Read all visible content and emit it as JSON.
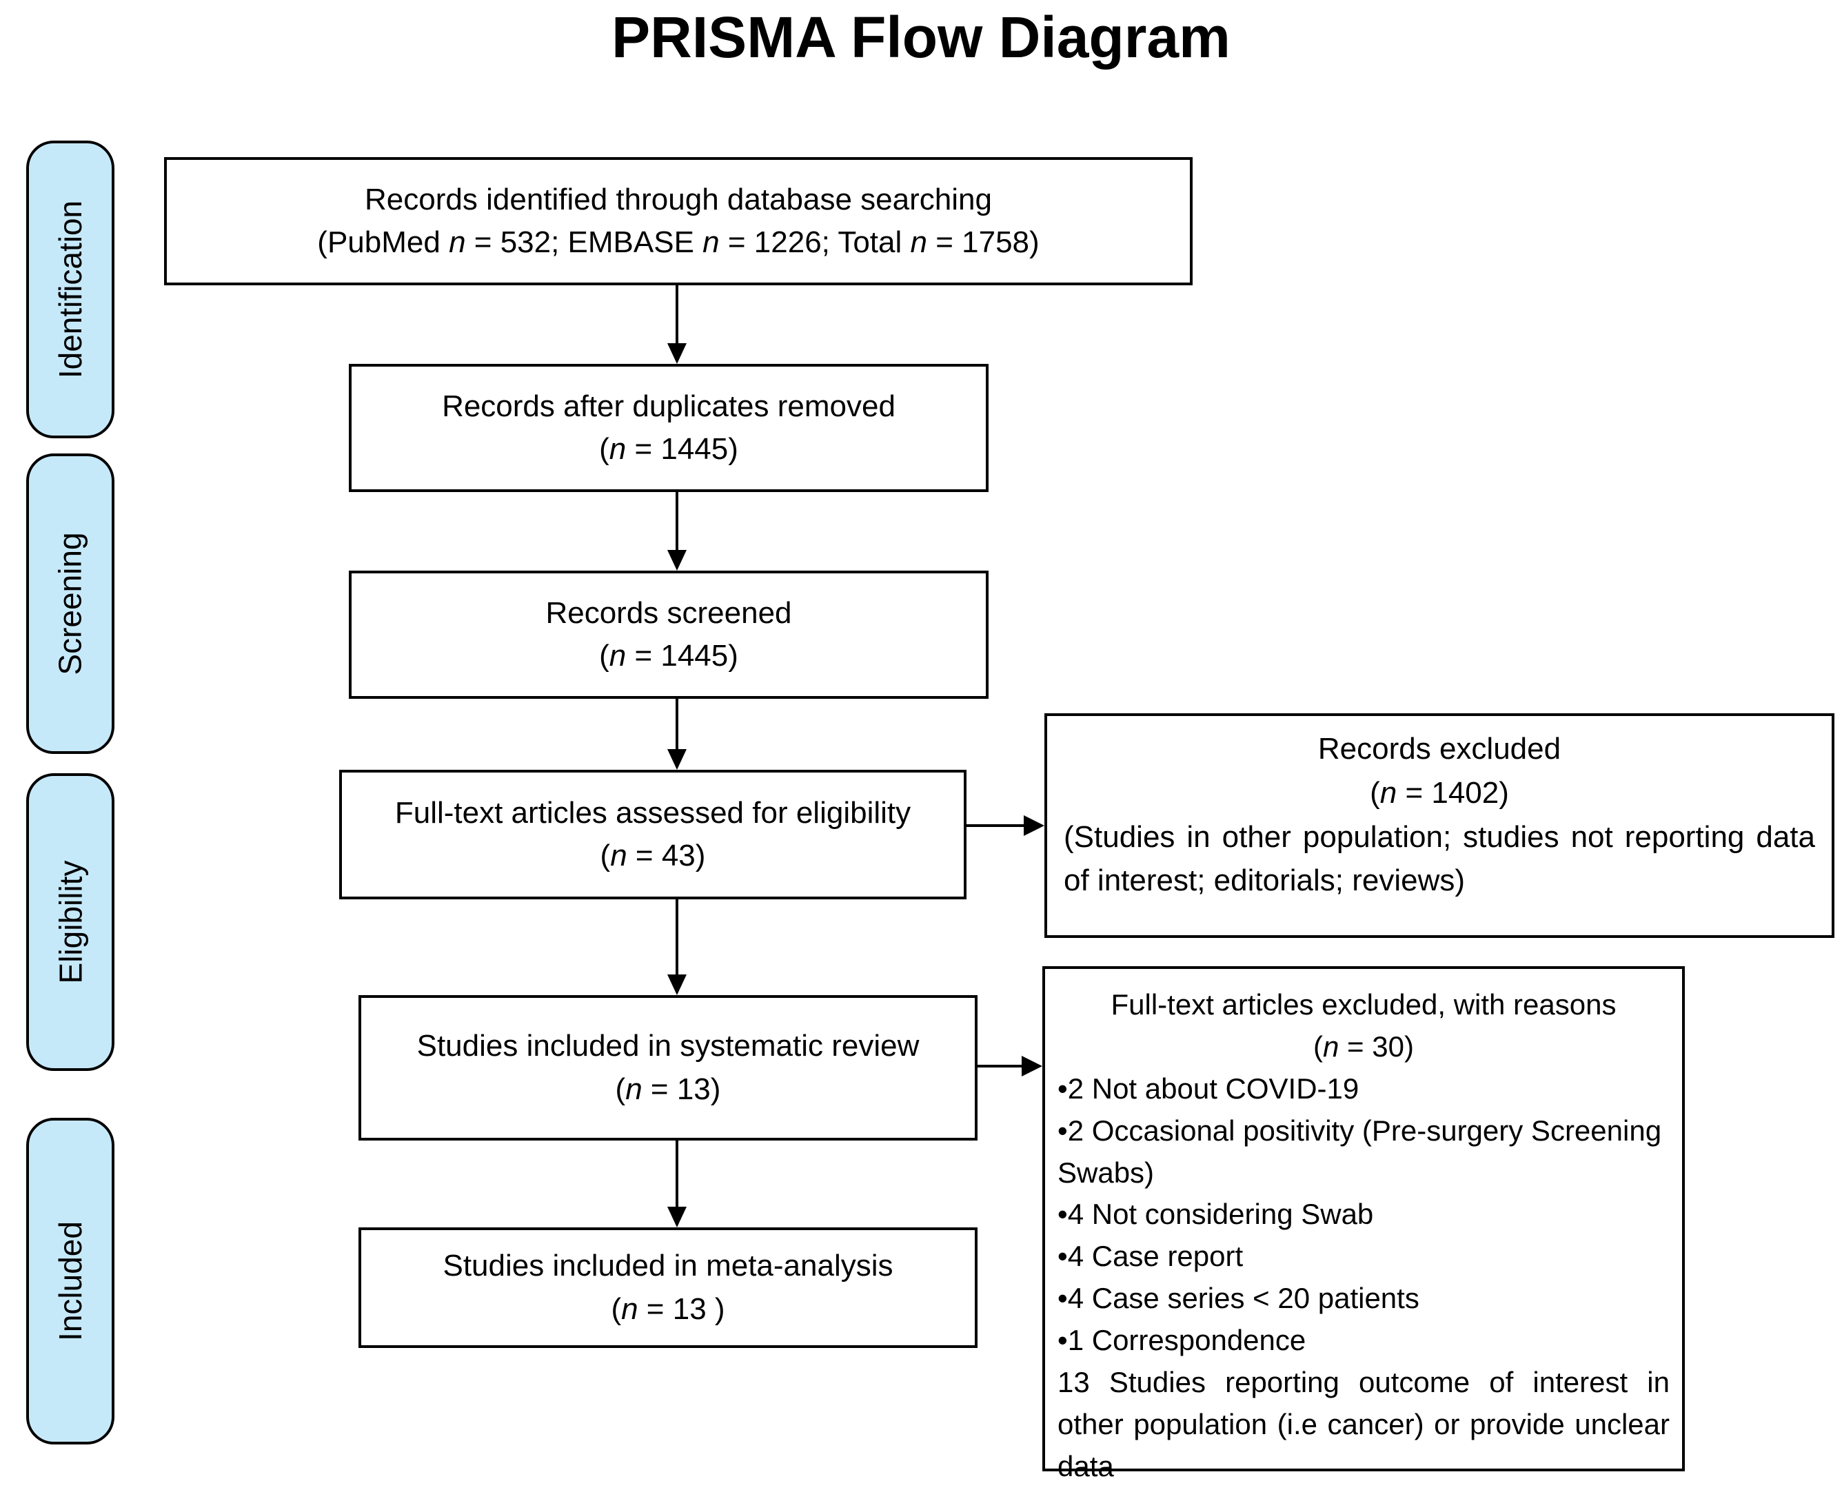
{
  "title": "PRISMA Flow Diagram",
  "colors": {
    "stage_fill": "#C6E9FA",
    "border": "#000000",
    "background": "#FFFFFF"
  },
  "stages": [
    {
      "label": "Identification"
    },
    {
      "label": "Screening"
    },
    {
      "label": "Eligibility"
    },
    {
      "label": "Included"
    }
  ],
  "flow_boxes": [
    {
      "line1": "Records identified through database searching",
      "line2_parts": [
        "(PubMed ",
        "n",
        " = 532; EMBASE ",
        "n",
        " = 1226; Total ",
        "n",
        " = 1758)"
      ]
    },
    {
      "line1": "Records after duplicates removed",
      "line2_parts": [
        "(",
        "n",
        " = 1445)"
      ]
    },
    {
      "line1": "Records screened",
      "line2_parts": [
        "(",
        "n",
        " = 1445)"
      ]
    },
    {
      "line1": "Full-text articles assessed for eligibility",
      "line2_parts": [
        "(",
        "n",
        " = 43)"
      ]
    },
    {
      "line1": "Studies included in systematic review",
      "line2_parts": [
        "(",
        "n",
        " = 13)"
      ]
    },
    {
      "line1": "Studies included in meta-analysis",
      "line2_parts": [
        "(",
        "n",
        " = 13 )"
      ]
    }
  ],
  "excluded_boxes": [
    {
      "line1": "Records excluded",
      "line2_parts": [
        "(",
        "n",
        " = 1402)"
      ],
      "detail": "(Studies in other population; studies not reporting data of interest; editorials; reviews)"
    },
    {
      "line1": "Full-text articles excluded, with reasons",
      "line2_parts": [
        "(",
        "n",
        " = 30)"
      ],
      "items": [
        "•2 Not about COVID-19",
        "•2 Occasional positivity (Pre-surgery Screening Swabs)",
        "•4 Not considering Swab",
        "•4 Case report",
        "•4 Case series < 20 patients",
        "•1 Correspondence",
        "13 Studies reporting outcome of interest in other population (i.e cancer) or provide unclear data"
      ]
    }
  ]
}
